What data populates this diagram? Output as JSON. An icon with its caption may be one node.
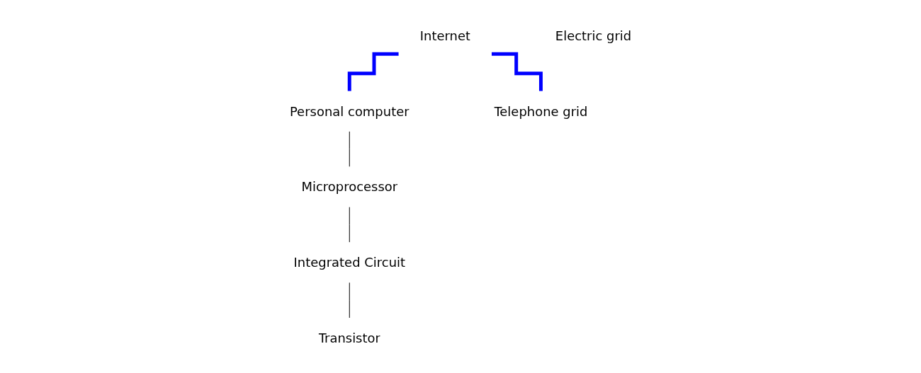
{
  "diagram": {
    "nodes": [
      {
        "text": [
          "Internet"
        ]
      },
      {
        "text": [
          "Personal computer"
        ]
      },
      {
        "text": [
          "Telephone grid"
        ]
      },
      {
        "text": [
          "Microprocessor"
        ]
      },
      {
        "text": [
          "Integrated Circuit"
        ]
      },
      {
        "text": [
          "Transistor"
        ]
      },
      {
        "text": [
          "Electric grid"
        ]
      }
    ],
    "edges": [
      {
        "from": 0,
        "to": 1,
        "arrow": "none",
        "style": "thick",
        "color": "#0000ff"
      },
      {
        "from": 0,
        "to": 2,
        "arrow": "none",
        "style": "thick",
        "color": "#0000ff"
      },
      {
        "from": 1,
        "to": 3,
        "arrow": "none"
      },
      {
        "from": 3,
        "to": 4,
        "arrow": "none"
      },
      {
        "from": 4,
        "to": 5,
        "arrow": "none"
      }
    ]
  }
}
